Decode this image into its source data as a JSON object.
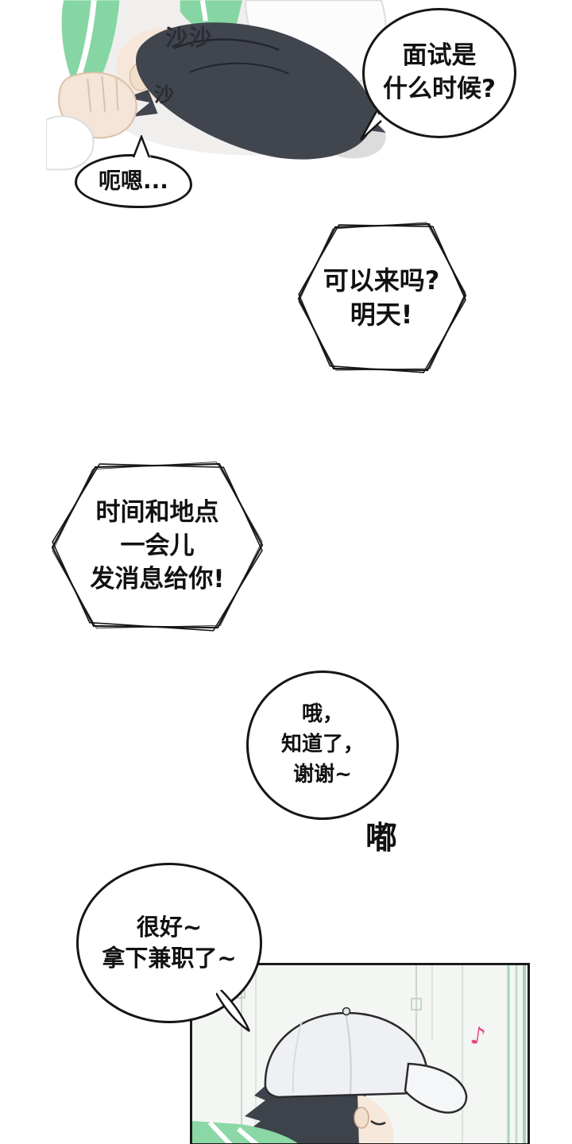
{
  "meta": {
    "kind": "webtoon-comic-page",
    "language": "zh"
  },
  "colors": {
    "ink": "#161616",
    "jacket_green": "#86d6a4",
    "hair_dark": "#40454e",
    "skin": "#f6e7da",
    "cap_white": "#eef0f3",
    "panel_bg": "#f3f6f3",
    "note_pink": "#e8497f"
  },
  "sfx": {
    "rustle_double": "沙沙",
    "rustle_single": "沙",
    "beep": "嘟"
  },
  "bubbles": {
    "interview": {
      "lines": [
        "面试是",
        "什么时候?"
      ]
    },
    "mumble": {
      "lines": [
        "呃嗯..."
      ]
    },
    "come_tomorrow": {
      "lines": [
        "可以来吗?",
        "明天!"
      ]
    },
    "time_place": {
      "lines": [
        "时间和地点",
        "一会儿",
        "发消息给你!"
      ]
    },
    "ok_thanks": {
      "lines": [
        "哦，",
        "知道了，",
        "谢谢~"
      ]
    },
    "got_job": {
      "lines": [
        "很好~",
        "拿下兼职了~"
      ]
    }
  },
  "panel_bottom": {
    "music_note": "♪"
  }
}
